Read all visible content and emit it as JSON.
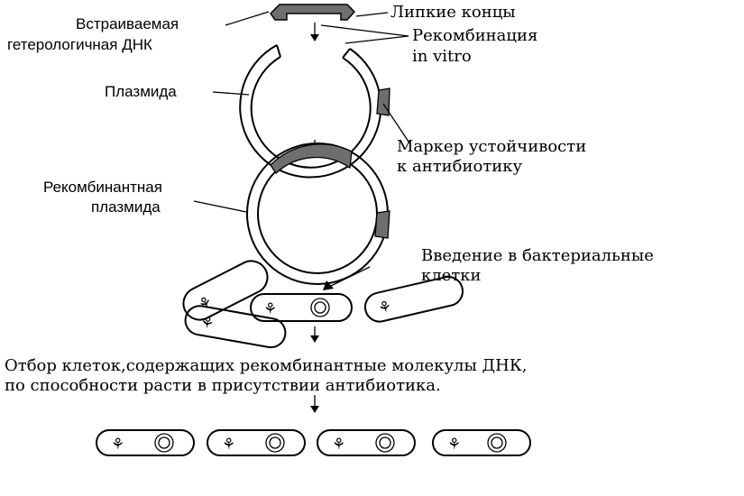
{
  "labels": {
    "insert_dna_line1": "Встраиваемая",
    "insert_dna_line2": "гетерологичная ДНК",
    "sticky_ends": "Липкие концы",
    "recombination_line1": "Рекомбинация",
    "recombination_line2": "in vitro",
    "plasmid": "Плазмида",
    "marker_line1": "Маркер  устойчивости",
    "marker_line2": "к антибиотику",
    "recombinant_line1": "Рекомбинантная",
    "recombinant_line2": "плазмида",
    "introduction_line1": "Введение в бактериальные",
    "introduction_line2": "клетки",
    "selection_line1": "Отбор  клеток,содержащих рекомбинантные молекулы ДНК,",
    "selection_line2": "по способности расти в присутствии антибиотика."
  },
  "colors": {
    "dna_fill": "#6e6e6e",
    "outline": "#000000",
    "background": "#ffffff"
  }
}
